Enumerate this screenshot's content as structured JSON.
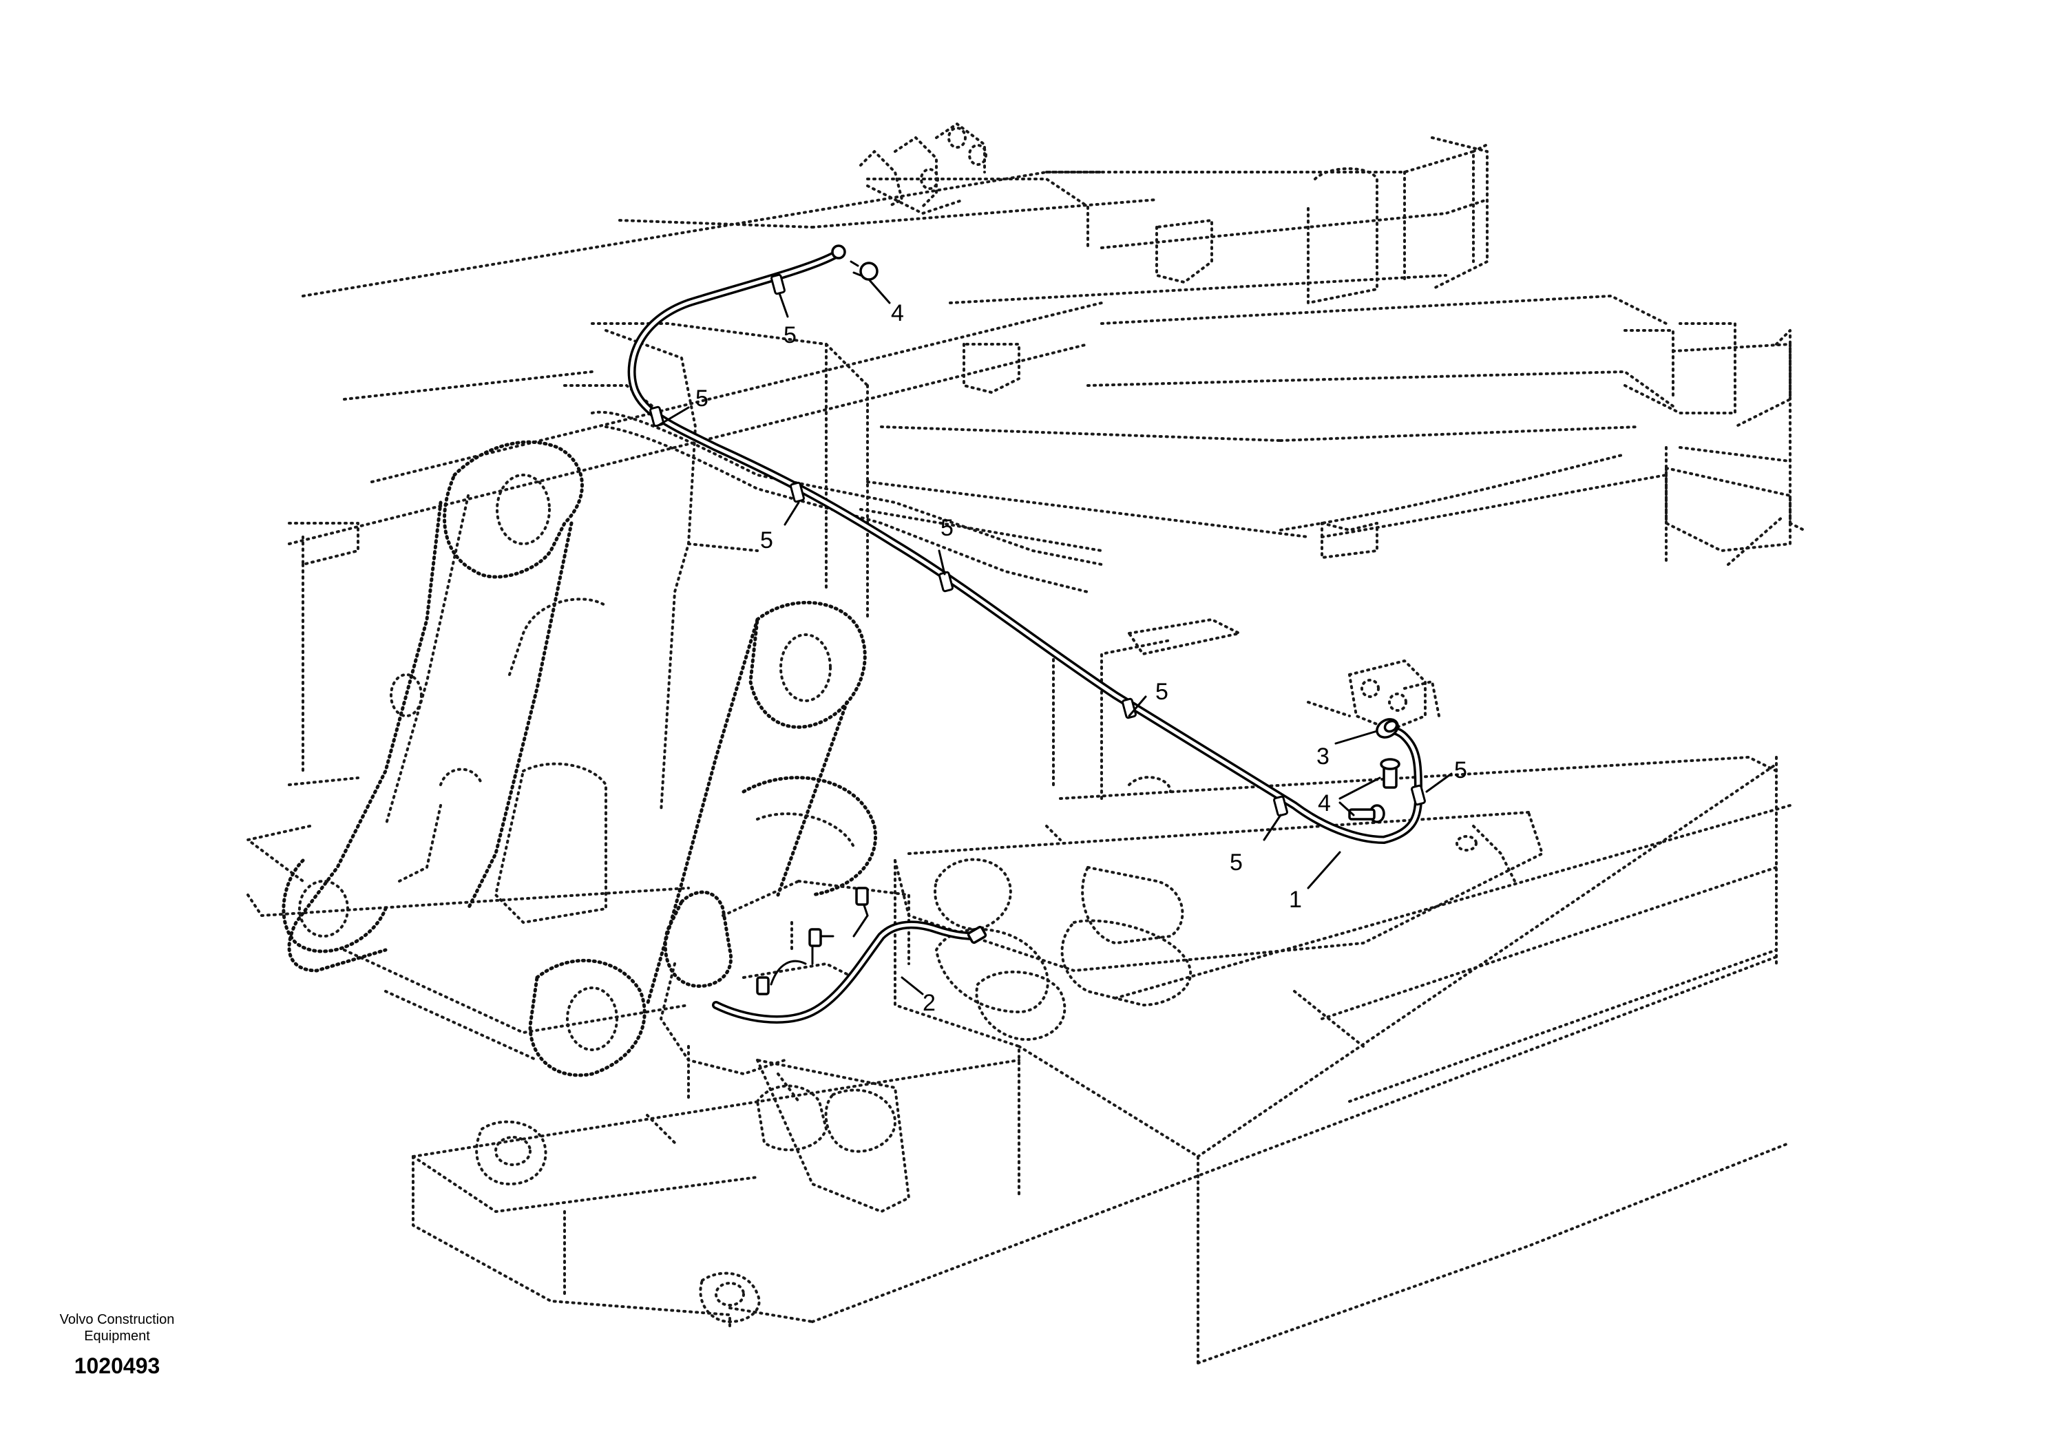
{
  "callouts": {
    "label_1": "1",
    "label_2": "2",
    "label_3": "3",
    "label_4": "4",
    "label_5": "5"
  },
  "footer": {
    "company_line1": "Volvo Construction",
    "company_line2": "Equipment",
    "drawing_number": "1020493"
  }
}
